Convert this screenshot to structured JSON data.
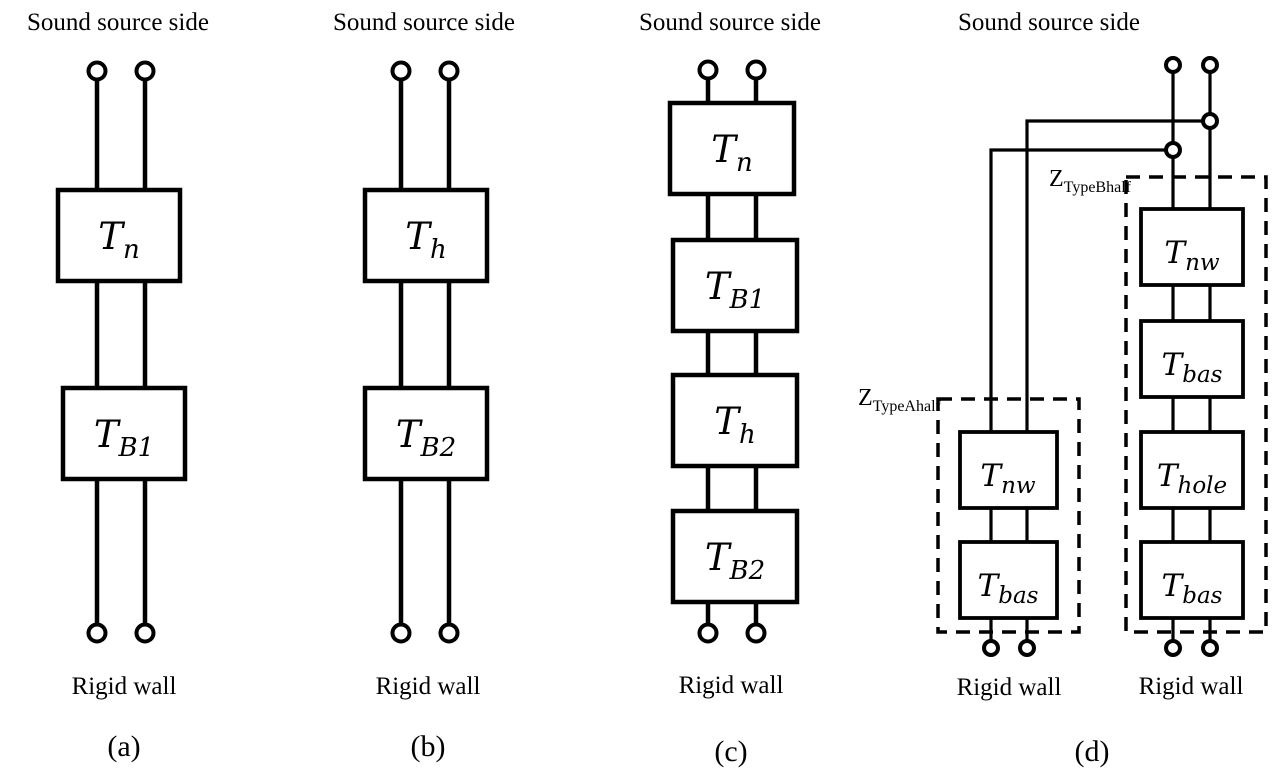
{
  "labels": {
    "source_a": "Sound source side",
    "source_b": "Sound source side",
    "source_c": "Sound source side",
    "source_d": "Sound source side",
    "wall_a": "Rigid wall",
    "wall_b": "Rigid wall",
    "wall_c": "Rigid wall",
    "wall_d_left": "Rigid wall",
    "wall_d_right": "Rigid wall"
  },
  "captions": {
    "a": "(a)",
    "b": "(b)",
    "c": "(c)",
    "d": "(d)"
  },
  "blocks": {
    "a1": {
      "main": "T",
      "sub": "n"
    },
    "a2": {
      "main": "T",
      "sub": "B1"
    },
    "b1": {
      "main": "T",
      "sub": "h"
    },
    "b2": {
      "main": "T",
      "sub": "B2"
    },
    "c1": {
      "main": "T",
      "sub": "n"
    },
    "c2": {
      "main": "T",
      "sub": "B1"
    },
    "c3": {
      "main": "T",
      "sub": "h"
    },
    "c4": {
      "main": "T",
      "sub": "B2"
    },
    "dA1": {
      "main": "T",
      "sub": "nw"
    },
    "dA2": {
      "main": "T",
      "sub": "bas"
    },
    "dB1": {
      "main": "T",
      "sub": "nw"
    },
    "dB2": {
      "main": "T",
      "sub": "bas"
    },
    "dB3": {
      "main": "T",
      "sub": "hole"
    },
    "dB4": {
      "main": "T",
      "sub": "bas"
    }
  },
  "groups": {
    "typeA": {
      "main": "Z",
      "sub": "TypeAhalf"
    },
    "typeB": {
      "main": "Z",
      "sub": "TypeBhalf"
    }
  }
}
